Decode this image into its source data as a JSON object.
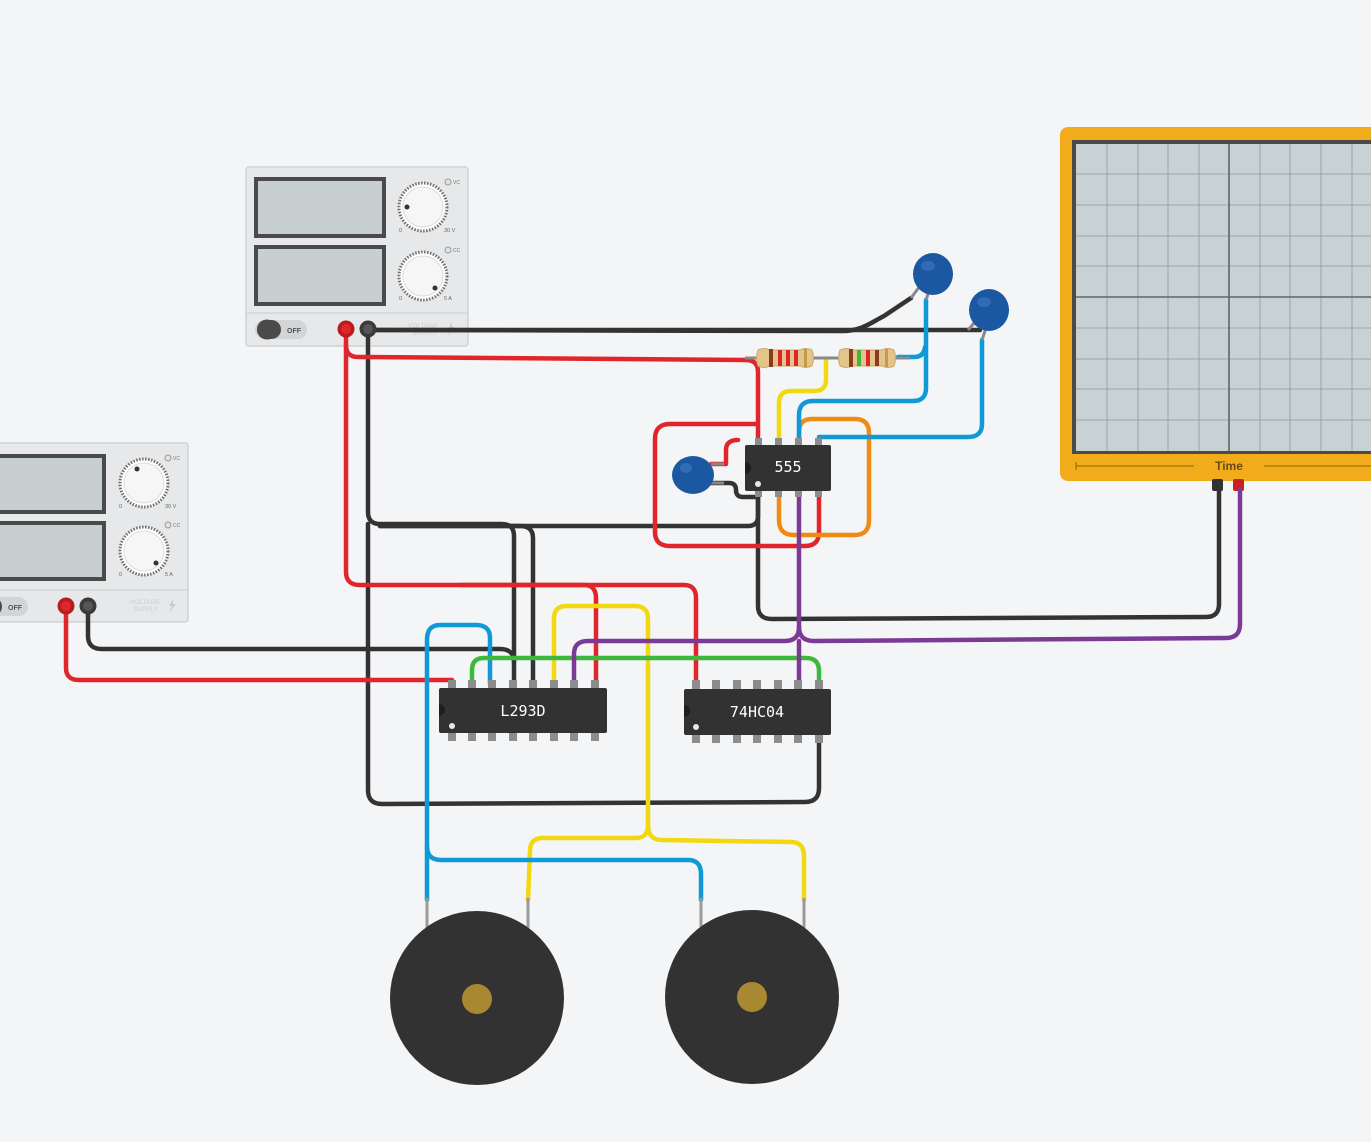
{
  "colors": {
    "background": "#f4f5f7",
    "wire_red": "#e0262a",
    "wire_black": "#333333",
    "wire_blue": "#0f9ad7",
    "wire_yellow": "#f2d810",
    "wire_green": "#3cb83c",
    "wire_purple": "#7a3a96",
    "wire_orange": "#ef8a12",
    "oscilloscope_frame": "#f2ac1b",
    "chip_body": "#323232",
    "capacitor": "#1c58a2",
    "buzzer": "#323232",
    "buzzer_center": "#a88830"
  },
  "power_supply_1": {
    "switch_label": "OFF",
    "voltage_knob": {
      "min": "0",
      "max": "30 V",
      "indicator": "VC"
    },
    "current_knob": {
      "min": "0",
      "max": "5 A",
      "indicator": "CC"
    },
    "brand_line1": "VOLTAGE",
    "brand_line2": "SUPPLY"
  },
  "power_supply_2": {
    "switch_label": "OFF",
    "voltage_knob": {
      "min": "0",
      "max": "30 V",
      "indicator": "VC"
    },
    "current_knob": {
      "min": "0",
      "max": "5 A",
      "indicator": "CC"
    },
    "brand_line1": "VOLTAGE",
    "brand_line2": "SUPPLY"
  },
  "oscilloscope": {
    "axis_label": "Time"
  },
  "chips": {
    "timer": "555",
    "driver": "L293D",
    "inverter": "74HC04"
  },
  "icons": {
    "power_switch": "toggle-switch-icon",
    "bolt": "lightning-bolt-icon"
  }
}
